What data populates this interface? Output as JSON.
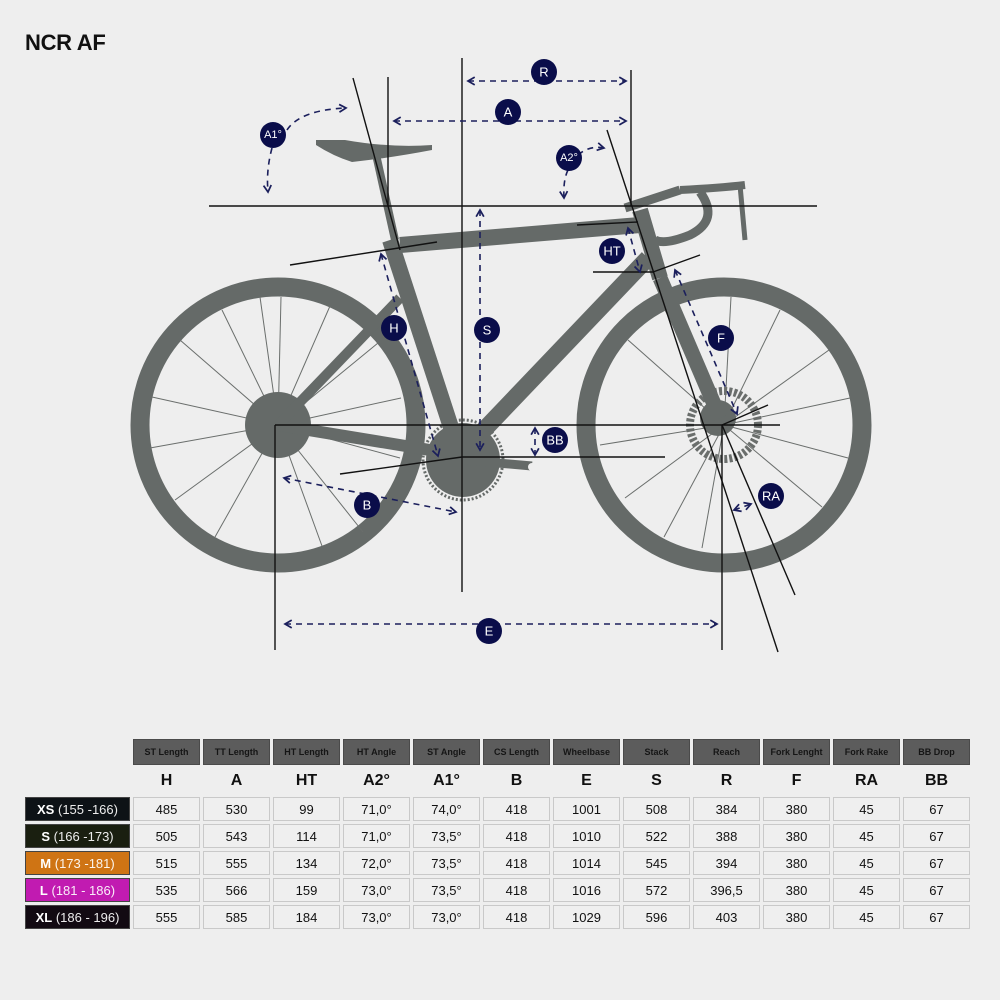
{
  "title": "NCR AF",
  "diagram": {
    "labels": {
      "R": "R",
      "A": "A",
      "A1": "A1°",
      "A2": "A2°",
      "HT": "HT",
      "H": "H",
      "S": "S",
      "F": "F",
      "BB": "BB",
      "B": "B",
      "RA": "RA",
      "E": "E"
    },
    "colors": {
      "badge": "#0a0d4a",
      "bike": "#656a68",
      "lines": "#111111",
      "dashed": "#1b1f5c"
    }
  },
  "table": {
    "columns": [
      {
        "name": "ST Length",
        "symbol": "H"
      },
      {
        "name": "TT Length",
        "symbol": "A"
      },
      {
        "name": "HT Length",
        "symbol": "HT"
      },
      {
        "name": "HT Angle",
        "symbol": "A2°"
      },
      {
        "name": "ST Angle",
        "symbol": "A1°"
      },
      {
        "name": "CS Length",
        "symbol": "B"
      },
      {
        "name": "Wheelbase",
        "symbol": "E"
      },
      {
        "name": "Stack",
        "symbol": "S"
      },
      {
        "name": "Reach",
        "symbol": "R"
      },
      {
        "name": "Fork Lenght",
        "symbol": "F"
      },
      {
        "name": "Fork Rake",
        "symbol": "RA"
      },
      {
        "name": "BB Drop",
        "symbol": "BB"
      }
    ],
    "rows": [
      {
        "size": "XS",
        "range": "(155 -166)",
        "color": "#0d1216",
        "values": [
          "485",
          "530",
          "99",
          "71,0°",
          "74,0°",
          "418",
          "1001",
          "508",
          "384",
          "380",
          "45",
          "67"
        ]
      },
      {
        "size": "S",
        "range": "(166 -173)",
        "color": "#1a1f10",
        "values": [
          "505",
          "543",
          "114",
          "71,0°",
          "73,5°",
          "418",
          "1010",
          "522",
          "388",
          "380",
          "45",
          "67"
        ]
      },
      {
        "size": "M",
        "range": "(173 -181)",
        "color": "#cf7414",
        "values": [
          "515",
          "555",
          "134",
          "72,0°",
          "73,5°",
          "418",
          "1014",
          "545",
          "394",
          "380",
          "45",
          "67"
        ]
      },
      {
        "size": "L",
        "range": "(181 - 186)",
        "color": "#c11bb1",
        "values": [
          "535",
          "566",
          "159",
          "73,0°",
          "73,5°",
          "418",
          "1016",
          "572",
          "396,5",
          "380",
          "45",
          "67"
        ]
      },
      {
        "size": "XL",
        "range": "(186 - 196)",
        "color": "#120a12",
        "values": [
          "555",
          "585",
          "184",
          "73,0°",
          "73,0°",
          "418",
          "1029",
          "596",
          "403",
          "380",
          "45",
          "67"
        ]
      }
    ]
  }
}
